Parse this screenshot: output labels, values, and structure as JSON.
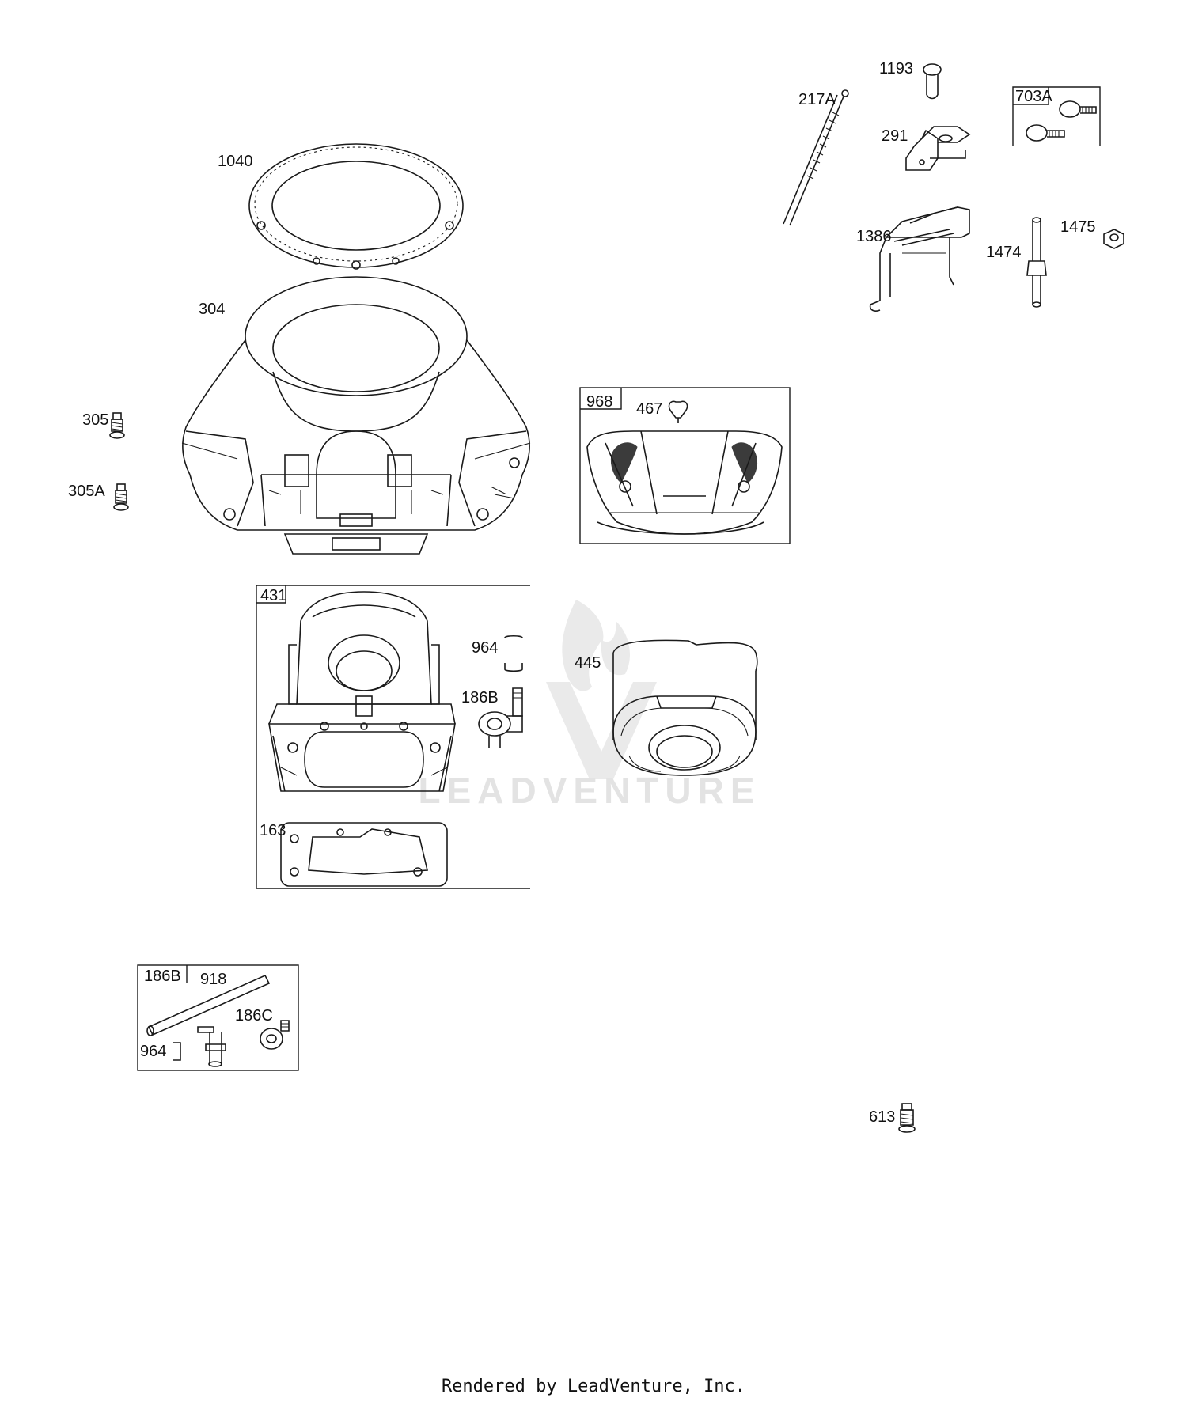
{
  "labels": {
    "p1040": "1040",
    "p304": "304",
    "p305": "305",
    "p305a": "305A",
    "p217a": "217A",
    "p1193": "1193",
    "p291": "291",
    "p703a": "703A",
    "p1386": "1386",
    "p1474": "1474",
    "p1475": "1475",
    "p968": "968",
    "p467": "467",
    "p431": "431",
    "p964a": "964",
    "p186b_a": "186B",
    "p163": "163",
    "p445": "445",
    "p186b_b": "186B",
    "p918": "918",
    "p186c": "186C",
    "p964b": "964",
    "p613": "613"
  },
  "watermark": {
    "text": "LEADVENTURE"
  },
  "footer": {
    "text": "Rendered by LeadVenture, Inc."
  },
  "colors": {
    "line": "#1a1a1a",
    "background": "#ffffff",
    "watermark": "#e3e3e3"
  }
}
